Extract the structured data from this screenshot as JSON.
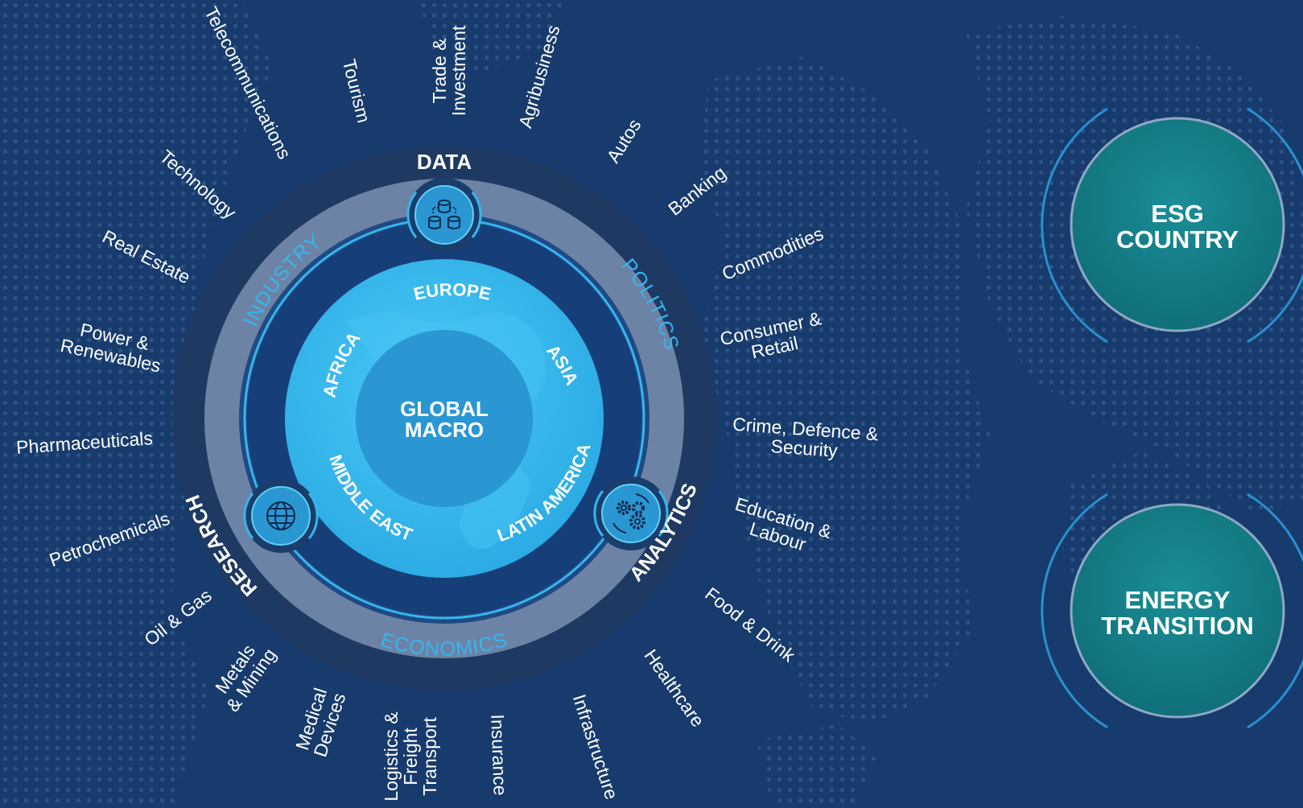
{
  "ring_labels": {
    "data": "DATA",
    "analytics": "ANALYTICS",
    "research": "RESEARCH",
    "industry": "INDUSTRY",
    "politics": "POLITICS",
    "economics": "ECONOMICS"
  },
  "regions": {
    "europe": "EUROPE",
    "asia": "ASIA",
    "latin_america": "LATIN AMERICA",
    "middle_east": "MIDDLE EAST",
    "africa": "AFRICA"
  },
  "center": {
    "line1": "GLOBAL",
    "line2": "MACRO"
  },
  "sectors": [
    {
      "id": "telecommunications",
      "lines": [
        "Telecommunications"
      ]
    },
    {
      "id": "tourism",
      "lines": [
        "Tourism"
      ]
    },
    {
      "id": "trade-investment",
      "lines": [
        "Trade &",
        "Investment"
      ]
    },
    {
      "id": "agribusiness",
      "lines": [
        "Agribusiness"
      ]
    },
    {
      "id": "autos",
      "lines": [
        "Autos"
      ]
    },
    {
      "id": "banking",
      "lines": [
        "Banking"
      ]
    },
    {
      "id": "commodities",
      "lines": [
        "Commodities"
      ]
    },
    {
      "id": "consumer-retail",
      "lines": [
        "Consumer &",
        "Retail"
      ]
    },
    {
      "id": "crime-defence-security",
      "lines": [
        "Crime, Defence &",
        "Security"
      ]
    },
    {
      "id": "education-labour",
      "lines": [
        "Education &",
        "Labour"
      ]
    },
    {
      "id": "food-drink",
      "lines": [
        "Food & Drink"
      ]
    },
    {
      "id": "healthcare",
      "lines": [
        "Healthcare"
      ]
    },
    {
      "id": "infrastructure",
      "lines": [
        "Infrastructure"
      ]
    },
    {
      "id": "insurance",
      "lines": [
        "Insurance"
      ]
    },
    {
      "id": "logistics-freight-transport",
      "lines": [
        "Logistics &",
        "Freight",
        "Transport"
      ]
    },
    {
      "id": "medical-devices",
      "lines": [
        "Medical",
        "Devices"
      ]
    },
    {
      "id": "metals-mining",
      "lines": [
        "Metals",
        "& Mining"
      ]
    },
    {
      "id": "oil-gas",
      "lines": [
        "Oil & Gas"
      ]
    },
    {
      "id": "petrochemicals",
      "lines": [
        "Petrochemicals"
      ]
    },
    {
      "id": "pharmaceuticals",
      "lines": [
        "Pharmaceuticals"
      ]
    },
    {
      "id": "power-renewables",
      "lines": [
        "Power &",
        "Renewables"
      ]
    },
    {
      "id": "real-estate",
      "lines": [
        "Real Estate"
      ]
    },
    {
      "id": "technology",
      "lines": [
        "Technology"
      ]
    }
  ],
  "side_circles": {
    "esg": {
      "line1": "ESG",
      "line2": "COUNTRY"
    },
    "energy": {
      "line1": "ENERGY",
      "line2": "TRANSITION"
    }
  },
  "icons": {
    "data": "database-icon",
    "research": "globe-icon",
    "analytics": "gears-icon"
  },
  "colors": {
    "background": "#173b6c",
    "dark_ring": "#1f3a62",
    "grey_ring": "#6d83a5",
    "inner_ring": "#163f79",
    "globe": "#33b5ec",
    "globe_center": "#2a97d3",
    "accent_blue": "#35b6ef",
    "teal": "#137f88"
  }
}
